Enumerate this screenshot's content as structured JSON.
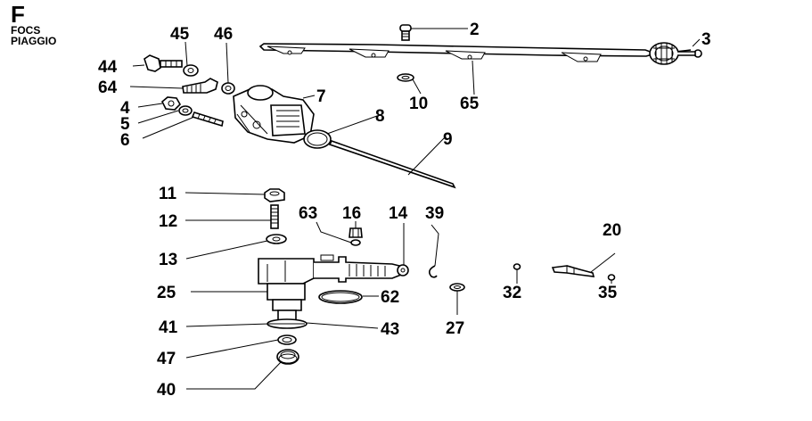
{
  "header": {
    "section": "F",
    "line1": "FOCS",
    "line2": "PIAGGIO"
  },
  "callouts": {
    "c2": "2",
    "c3": "3",
    "c4": "4",
    "c5": "5",
    "c6": "6",
    "c7": "7",
    "c8": "8",
    "c9": "9",
    "c10": "10",
    "c11": "11",
    "c12": "12",
    "c13": "13",
    "c14": "14",
    "c16": "16",
    "c20": "20",
    "c25": "25",
    "c27": "27",
    "c32": "32",
    "c35": "35",
    "c39": "39",
    "c40": "40",
    "c41": "41",
    "c43": "43",
    "c44": "44",
    "c45": "45",
    "c46": "46",
    "c47": "47",
    "c62": "62",
    "c63": "63",
    "c64": "64",
    "c65": "65"
  }
}
